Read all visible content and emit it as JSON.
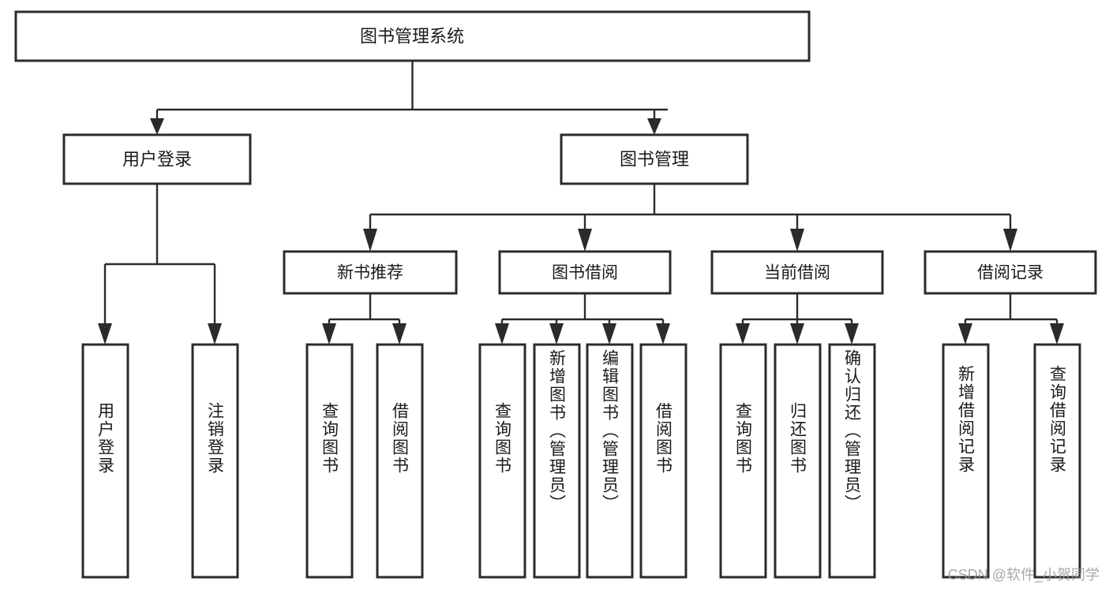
{
  "diagram": {
    "type": "tree-hierarchy-chart",
    "title": "图书管理系统",
    "orientation": "top-down",
    "watermark": "CSDN @软件_小贺同学",
    "colors": {
      "stroke": "#2b2b2b",
      "fill": "#ffffff",
      "text": "#1a1a1a",
      "watermark": "#9a9a9a"
    },
    "root": {
      "id": "root",
      "label": "图书管理系统"
    },
    "level2": [
      {
        "id": "user-login",
        "label": "用户登录"
      },
      {
        "id": "book-manage",
        "label": "图书管理"
      }
    ],
    "level3": [
      {
        "id": "new-book-recommend",
        "label": "新书推荐",
        "parent": "book-manage"
      },
      {
        "id": "book-borrow",
        "label": "图书借阅",
        "parent": "book-manage"
      },
      {
        "id": "current-borrow",
        "label": "当前借阅",
        "parent": "book-manage"
      },
      {
        "id": "borrow-record",
        "label": "借阅记录",
        "parent": "book-manage"
      }
    ],
    "leaves": [
      {
        "id": "leaf-user-login",
        "label": "用户登录",
        "parent": "user-login"
      },
      {
        "id": "leaf-user-logout",
        "label": "注销登录",
        "parent": "user-login"
      },
      {
        "id": "leaf-query-book-1",
        "label": "查询图书",
        "parent": "new-book-recommend"
      },
      {
        "id": "leaf-borrow-book-1",
        "label": "借阅图书",
        "parent": "new-book-recommend"
      },
      {
        "id": "leaf-query-book-2",
        "label": "查询图书",
        "parent": "book-borrow"
      },
      {
        "id": "leaf-add-book",
        "label": "新增图书（管理员）",
        "parent": "book-borrow"
      },
      {
        "id": "leaf-edit-book",
        "label": "编辑图书（管理员）",
        "parent": "book-borrow"
      },
      {
        "id": "leaf-borrow-book-2",
        "label": "借阅图书",
        "parent": "book-borrow"
      },
      {
        "id": "leaf-query-book-3",
        "label": "查询图书",
        "parent": "current-borrow"
      },
      {
        "id": "leaf-return-book",
        "label": "归还图书",
        "parent": "current-borrow"
      },
      {
        "id": "leaf-confirm-return",
        "label": "确认归还（管理员）",
        "parent": "current-borrow"
      },
      {
        "id": "leaf-add-record",
        "label": "新增借阅记录",
        "parent": "borrow-record"
      },
      {
        "id": "leaf-query-record",
        "label": "查询借阅记录",
        "parent": "borrow-record"
      }
    ]
  }
}
